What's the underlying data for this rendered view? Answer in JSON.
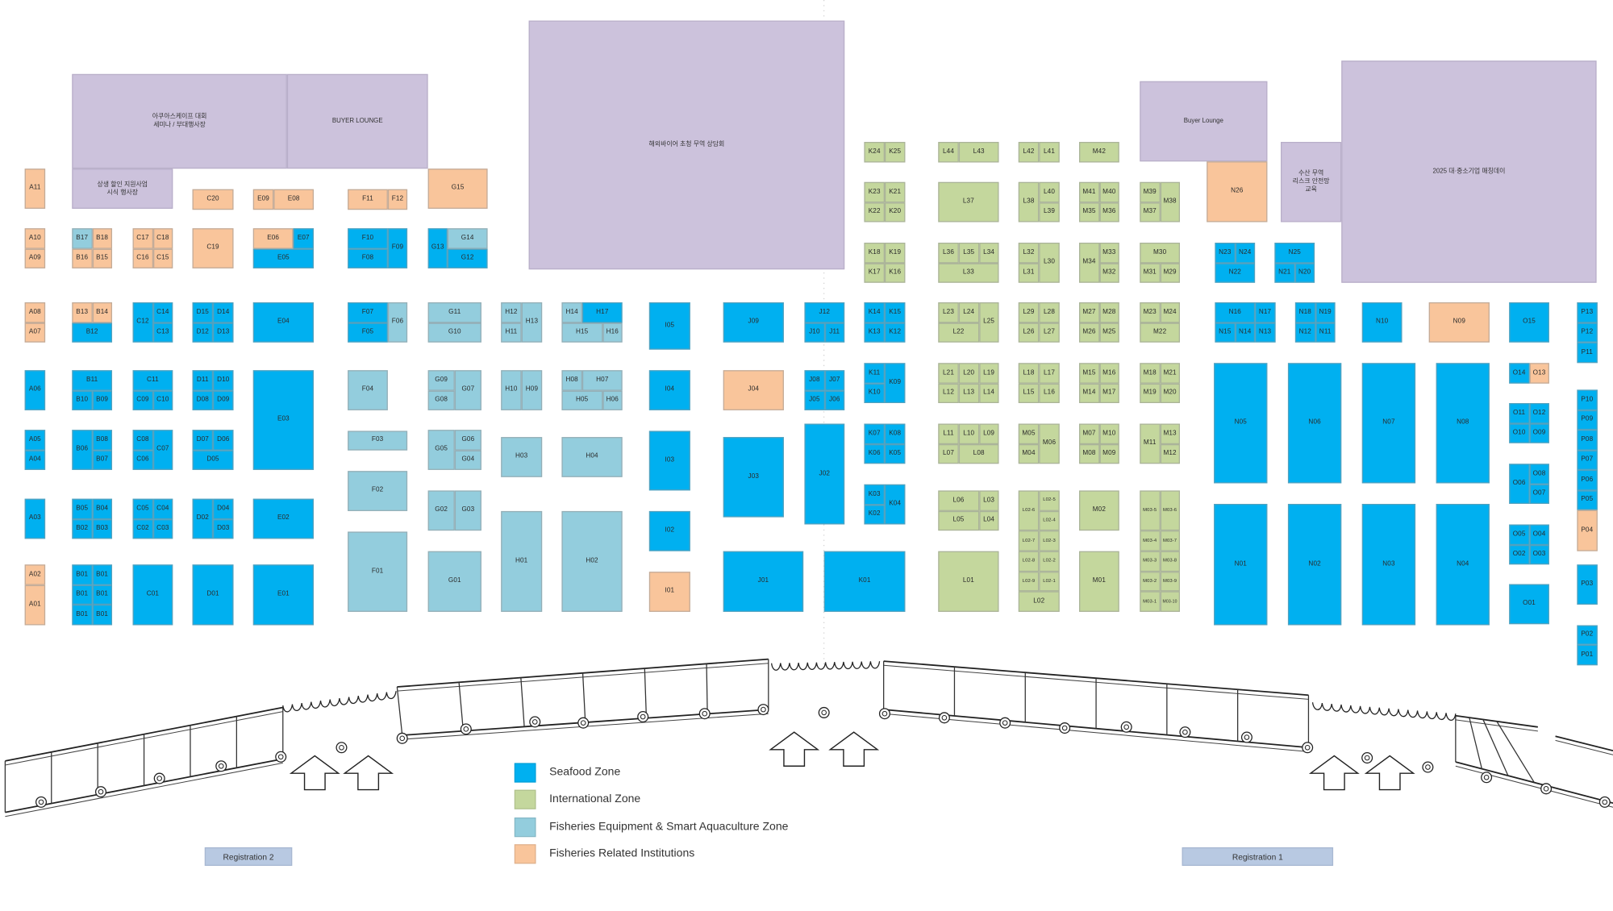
{
  "zones": {
    "S": {
      "label": "Seafood Zone",
      "color": "#00b0f0"
    },
    "I": {
      "label": "International Zone",
      "color": "#c4d79d"
    },
    "E": {
      "label": "Fisheries Equipment & Smart Aquaculture Zone",
      "color": "#93cddd"
    },
    "F": {
      "label": "Fisheries Related Institutions",
      "color": "#f9c59b"
    }
  },
  "hall_color": "#ccc2dc",
  "legend": [
    {
      "zone": "S",
      "label": "Seafood Zone"
    },
    {
      "zone": "I",
      "label": "International Zone"
    },
    {
      "zone": "E",
      "label": "Fisheries Equipment & Smart Aquaculture Zone"
    },
    {
      "zone": "F",
      "label": "Fisheries Related Institutions"
    }
  ],
  "registration": {
    "left": "Registration 2",
    "right": "Registration 1"
  },
  "halls": [
    {
      "lines": [
        "아쿠아스케이프 대회",
        "세미나 / 부대행사장"
      ]
    },
    {
      "lines": [
        "BUYER LOUNGE"
      ]
    },
    {
      "lines": [
        "상생 할인 지원사업",
        "시식 행사장"
      ]
    },
    {
      "lines": [
        "해외바이어 초청 무역 상담회"
      ]
    },
    {
      "lines": [
        "Buyer Lounge"
      ]
    },
    {
      "lines": [
        "수산 무역",
        "리스크 안전망",
        "교육"
      ]
    },
    {
      "lines": [
        "2025 대·중소기업 매칭데이"
      ]
    }
  ],
  "booths": [
    {
      "id": "A11",
      "zone": "F"
    },
    {
      "id": "A10",
      "zone": "F"
    },
    {
      "id": "A09",
      "zone": "F"
    },
    {
      "id": "A08",
      "zone": "F"
    },
    {
      "id": "A07",
      "zone": "F"
    },
    {
      "id": "A06",
      "zone": "S"
    },
    {
      "id": "A05",
      "zone": "S"
    },
    {
      "id": "A04",
      "zone": "S"
    },
    {
      "id": "A03",
      "zone": "S"
    },
    {
      "id": "A02",
      "zone": "F"
    },
    {
      "id": "A01",
      "zone": "F"
    },
    {
      "id": "B17",
      "zone": "E"
    },
    {
      "id": "B18",
      "zone": "F"
    },
    {
      "id": "B16",
      "zone": "F"
    },
    {
      "id": "B15",
      "zone": "F"
    },
    {
      "id": "B13",
      "zone": "F"
    },
    {
      "id": "B14",
      "zone": "F"
    },
    {
      "id": "B12",
      "zone": "S"
    },
    {
      "id": "B11",
      "zone": "S"
    },
    {
      "id": "B10",
      "zone": "S"
    },
    {
      "id": "B09",
      "zone": "S"
    },
    {
      "id": "B06",
      "zone": "S"
    },
    {
      "id": "B08",
      "zone": "S"
    },
    {
      "id": "B07",
      "zone": "S"
    },
    {
      "id": "B05",
      "zone": "S"
    },
    {
      "id": "B04",
      "zone": "S"
    },
    {
      "id": "B02",
      "zone": "S"
    },
    {
      "id": "B03",
      "zone": "S"
    },
    {
      "id": "B01",
      "zone": "S"
    },
    {
      "id": "B01",
      "zone": "S"
    },
    {
      "id": "B01",
      "zone": "S"
    },
    {
      "id": "B01",
      "zone": "S"
    },
    {
      "id": "B01",
      "zone": "S"
    },
    {
      "id": "B01",
      "zone": "S"
    },
    {
      "id": "C17",
      "zone": "F"
    },
    {
      "id": "C18",
      "zone": "F"
    },
    {
      "id": "C16",
      "zone": "F"
    },
    {
      "id": "C15",
      "zone": "F"
    },
    {
      "id": "C12",
      "zone": "S"
    },
    {
      "id": "C14",
      "zone": "S"
    },
    {
      "id": "C13",
      "zone": "S"
    },
    {
      "id": "C11",
      "zone": "S"
    },
    {
      "id": "C09",
      "zone": "S"
    },
    {
      "id": "C10",
      "zone": "S"
    },
    {
      "id": "C08",
      "zone": "S"
    },
    {
      "id": "C06",
      "zone": "S"
    },
    {
      "id": "C07",
      "zone": "S"
    },
    {
      "id": "C05",
      "zone": "S"
    },
    {
      "id": "C04",
      "zone": "S"
    },
    {
      "id": "C02",
      "zone": "S"
    },
    {
      "id": "C03",
      "zone": "S"
    },
    {
      "id": "C01",
      "zone": "S"
    },
    {
      "id": "C20",
      "zone": "F"
    },
    {
      "id": "C19",
      "zone": "F"
    },
    {
      "id": "D15",
      "zone": "S"
    },
    {
      "id": "D14",
      "zone": "S"
    },
    {
      "id": "D12",
      "zone": "S"
    },
    {
      "id": "D13",
      "zone": "S"
    },
    {
      "id": "D11",
      "zone": "S"
    },
    {
      "id": "D10",
      "zone": "S"
    },
    {
      "id": "D08",
      "zone": "S"
    },
    {
      "id": "D09",
      "zone": "S"
    },
    {
      "id": "D07",
      "zone": "S"
    },
    {
      "id": "D06",
      "zone": "S"
    },
    {
      "id": "D05",
      "zone": "S"
    },
    {
      "id": "D02",
      "zone": "S"
    },
    {
      "id": "D04",
      "zone": "S"
    },
    {
      "id": "D03",
      "zone": "S"
    },
    {
      "id": "D01",
      "zone": "S"
    },
    {
      "id": "E09",
      "zone": "F"
    },
    {
      "id": "E08",
      "zone": "F"
    },
    {
      "id": "E06",
      "zone": "F"
    },
    {
      "id": "E07",
      "zone": "S"
    },
    {
      "id": "E05",
      "zone": "S"
    },
    {
      "id": "E04",
      "zone": "S"
    },
    {
      "id": "E03",
      "zone": "S"
    },
    {
      "id": "E02",
      "zone": "S"
    },
    {
      "id": "E01",
      "zone": "S"
    },
    {
      "id": "F11",
      "zone": "F"
    },
    {
      "id": "F12",
      "zone": "F"
    },
    {
      "id": "F10",
      "zone": "S"
    },
    {
      "id": "F08",
      "zone": "S"
    },
    {
      "id": "F09",
      "zone": "S"
    },
    {
      "id": "F07",
      "zone": "S"
    },
    {
      "id": "F05",
      "zone": "S"
    },
    {
      "id": "F06",
      "zone": "E"
    },
    {
      "id": "F04",
      "zone": "E"
    },
    {
      "id": "F03",
      "zone": "E"
    },
    {
      "id": "F02",
      "zone": "E"
    },
    {
      "id": "F01",
      "zone": "E"
    },
    {
      "id": "G15",
      "zone": "F"
    },
    {
      "id": "G13",
      "zone": "S"
    },
    {
      "id": "G14",
      "zone": "E"
    },
    {
      "id": "G12",
      "zone": "S"
    },
    {
      "id": "G11",
      "zone": "E"
    },
    {
      "id": "G10",
      "zone": "E"
    },
    {
      "id": "G09",
      "zone": "E"
    },
    {
      "id": "G08",
      "zone": "E"
    },
    {
      "id": "G07",
      "zone": "E"
    },
    {
      "id": "G05",
      "zone": "E"
    },
    {
      "id": "G06",
      "zone": "E"
    },
    {
      "id": "G04",
      "zone": "E"
    },
    {
      "id": "G02",
      "zone": "E"
    },
    {
      "id": "G03",
      "zone": "E"
    },
    {
      "id": "G01",
      "zone": "E"
    },
    {
      "id": "H12",
      "zone": "E"
    },
    {
      "id": "H11",
      "zone": "E"
    },
    {
      "id": "H13",
      "zone": "E"
    },
    {
      "id": "H14",
      "zone": "E"
    },
    {
      "id": "H17",
      "zone": "S"
    },
    {
      "id": "H15",
      "zone": "E"
    },
    {
      "id": "H16",
      "zone": "E"
    },
    {
      "id": "H10",
      "zone": "E"
    },
    {
      "id": "H09",
      "zone": "E"
    },
    {
      "id": "H08",
      "zone": "E"
    },
    {
      "id": "H07",
      "zone": "E"
    },
    {
      "id": "H05",
      "zone": "E"
    },
    {
      "id": "H06",
      "zone": "E"
    },
    {
      "id": "H03",
      "zone": "E"
    },
    {
      "id": "H04",
      "zone": "E"
    },
    {
      "id": "H01",
      "zone": "E"
    },
    {
      "id": "H02",
      "zone": "E"
    },
    {
      "id": "I05",
      "zone": "S"
    },
    {
      "id": "I04",
      "zone": "S"
    },
    {
      "id": "I03",
      "zone": "S"
    },
    {
      "id": "I02",
      "zone": "S"
    },
    {
      "id": "I01",
      "zone": "F"
    },
    {
      "id": "J09",
      "zone": "S"
    },
    {
      "id": "J04",
      "zone": "F"
    },
    {
      "id": "J03",
      "zone": "S"
    },
    {
      "id": "J01",
      "zone": "S"
    },
    {
      "id": "J12",
      "zone": "S"
    },
    {
      "id": "J10",
      "zone": "S"
    },
    {
      "id": "J11",
      "zone": "S"
    },
    {
      "id": "J08",
      "zone": "S"
    },
    {
      "id": "J07",
      "zone": "S"
    },
    {
      "id": "J05",
      "zone": "S"
    },
    {
      "id": "J06",
      "zone": "S"
    },
    {
      "id": "J02",
      "zone": "S"
    },
    {
      "id": "K24",
      "zone": "I"
    },
    {
      "id": "K25",
      "zone": "I"
    },
    {
      "id": "K23",
      "zone": "I"
    },
    {
      "id": "K21",
      "zone": "I"
    },
    {
      "id": "K22",
      "zone": "I"
    },
    {
      "id": "K20",
      "zone": "I"
    },
    {
      "id": "K18",
      "zone": "I"
    },
    {
      "id": "K19",
      "zone": "I"
    },
    {
      "id": "K17",
      "zone": "I"
    },
    {
      "id": "K16",
      "zone": "I"
    },
    {
      "id": "K14",
      "zone": "S"
    },
    {
      "id": "K15",
      "zone": "S"
    },
    {
      "id": "K13",
      "zone": "S"
    },
    {
      "id": "K12",
      "zone": "S"
    },
    {
      "id": "K11",
      "zone": "S"
    },
    {
      "id": "K10",
      "zone": "S"
    },
    {
      "id": "K09",
      "zone": "S"
    },
    {
      "id": "K07",
      "zone": "S"
    },
    {
      "id": "K08",
      "zone": "S"
    },
    {
      "id": "K06",
      "zone": "S"
    },
    {
      "id": "K05",
      "zone": "S"
    },
    {
      "id": "K03",
      "zone": "S"
    },
    {
      "id": "K02",
      "zone": "S"
    },
    {
      "id": "K04",
      "zone": "S"
    },
    {
      "id": "K01",
      "zone": "S"
    },
    {
      "id": "L44",
      "zone": "I"
    },
    {
      "id": "L43",
      "zone": "I"
    },
    {
      "id": "L42",
      "zone": "I"
    },
    {
      "id": "L41",
      "zone": "I"
    },
    {
      "id": "M42",
      "zone": "I"
    },
    {
      "id": "L37",
      "zone": "I"
    },
    {
      "id": "L38",
      "zone": "I"
    },
    {
      "id": "L40",
      "zone": "I"
    },
    {
      "id": "L39",
      "zone": "I"
    },
    {
      "id": "M41",
      "zone": "I"
    },
    {
      "id": "M40",
      "zone": "I"
    },
    {
      "id": "M35",
      "zone": "I"
    },
    {
      "id": "M36",
      "zone": "I"
    },
    {
      "id": "M39",
      "zone": "I"
    },
    {
      "id": "M37",
      "zone": "I"
    },
    {
      "id": "M38",
      "zone": "I"
    },
    {
      "id": "L36",
      "zone": "I"
    },
    {
      "id": "L35",
      "zone": "I"
    },
    {
      "id": "L34",
      "zone": "I"
    },
    {
      "id": "L33",
      "zone": "I"
    },
    {
      "id": "L32",
      "zone": "I"
    },
    {
      "id": "L31",
      "zone": "I"
    },
    {
      "id": "L30",
      "zone": "I"
    },
    {
      "id": "M34",
      "zone": "I"
    },
    {
      "id": "M33",
      "zone": "I"
    },
    {
      "id": "M32",
      "zone": "I"
    },
    {
      "id": "M30",
      "zone": "I"
    },
    {
      "id": "M31",
      "zone": "I"
    },
    {
      "id": "M29",
      "zone": "I"
    },
    {
      "id": "L23",
      "zone": "I"
    },
    {
      "id": "L24",
      "zone": "I"
    },
    {
      "id": "L22",
      "zone": "I"
    },
    {
      "id": "L25",
      "zone": "I"
    },
    {
      "id": "L29",
      "zone": "I"
    },
    {
      "id": "L28",
      "zone": "I"
    },
    {
      "id": "L26",
      "zone": "I"
    },
    {
      "id": "L27",
      "zone": "I"
    },
    {
      "id": "M27",
      "zone": "I"
    },
    {
      "id": "M28",
      "zone": "I"
    },
    {
      "id": "M26",
      "zone": "I"
    },
    {
      "id": "M25",
      "zone": "I"
    },
    {
      "id": "M23",
      "zone": "I"
    },
    {
      "id": "M24",
      "zone": "I"
    },
    {
      "id": "M22",
      "zone": "I"
    },
    {
      "id": "L21",
      "zone": "I"
    },
    {
      "id": "L20",
      "zone": "I"
    },
    {
      "id": "L19",
      "zone": "I"
    },
    {
      "id": "L12",
      "zone": "I"
    },
    {
      "id": "L13",
      "zone": "I"
    },
    {
      "id": "L14",
      "zone": "I"
    },
    {
      "id": "L18",
      "zone": "I"
    },
    {
      "id": "L17",
      "zone": "I"
    },
    {
      "id": "L15",
      "zone": "I"
    },
    {
      "id": "L16",
      "zone": "I"
    },
    {
      "id": "M15",
      "zone": "I"
    },
    {
      "id": "M16",
      "zone": "I"
    },
    {
      "id": "M14",
      "zone": "I"
    },
    {
      "id": "M17",
      "zone": "I"
    },
    {
      "id": "M18",
      "zone": "I"
    },
    {
      "id": "M21",
      "zone": "I"
    },
    {
      "id": "M19",
      "zone": "I"
    },
    {
      "id": "M20",
      "zone": "I"
    },
    {
      "id": "L11",
      "zone": "I"
    },
    {
      "id": "L10",
      "zone": "I"
    },
    {
      "id": "L09",
      "zone": "I"
    },
    {
      "id": "L07",
      "zone": "I"
    },
    {
      "id": "L08",
      "zone": "I"
    },
    {
      "id": "M05",
      "zone": "I"
    },
    {
      "id": "M04",
      "zone": "I"
    },
    {
      "id": "M06",
      "zone": "I"
    },
    {
      "id": "M07",
      "zone": "I"
    },
    {
      "id": "M10",
      "zone": "I"
    },
    {
      "id": "M08",
      "zone": "I"
    },
    {
      "id": "M09",
      "zone": "I"
    },
    {
      "id": "M11",
      "zone": "I"
    },
    {
      "id": "M13",
      "zone": "I"
    },
    {
      "id": "M12",
      "zone": "I"
    },
    {
      "id": "L06",
      "zone": "I"
    },
    {
      "id": "L03",
      "zone": "I"
    },
    {
      "id": "L05",
      "zone": "I"
    },
    {
      "id": "L04",
      "zone": "I"
    },
    {
      "id": "L02-6",
      "zone": "I"
    },
    {
      "id": "L02-5",
      "zone": "I"
    },
    {
      "id": "L02-4",
      "zone": "I"
    },
    {
      "id": "L02-7",
      "zone": "I"
    },
    {
      "id": "L02-3",
      "zone": "I"
    },
    {
      "id": "L02-8",
      "zone": "I"
    },
    {
      "id": "L02-2",
      "zone": "I"
    },
    {
      "id": "L02-9",
      "zone": "I"
    },
    {
      "id": "L02-1",
      "zone": "I"
    },
    {
      "id": "L02",
      "zone": "I"
    },
    {
      "id": "M02",
      "zone": "I"
    },
    {
      "id": "M03-5",
      "zone": "I"
    },
    {
      "id": "M03-6",
      "zone": "I"
    },
    {
      "id": "M03-4",
      "zone": "I"
    },
    {
      "id": "M03-7",
      "zone": "I"
    },
    {
      "id": "M03-3",
      "zone": "I"
    },
    {
      "id": "M03-8",
      "zone": "I"
    },
    {
      "id": "M03-2",
      "zone": "I"
    },
    {
      "id": "M03-9",
      "zone": "I"
    },
    {
      "id": "M03-1",
      "zone": "I"
    },
    {
      "id": "M03-10",
      "zone": "I"
    },
    {
      "id": "L01",
      "zone": "I"
    },
    {
      "id": "M01",
      "zone": "I"
    },
    {
      "id": "N26",
      "zone": "F"
    },
    {
      "id": "N23",
      "zone": "S"
    },
    {
      "id": "N24",
      "zone": "S"
    },
    {
      "id": "N22",
      "zone": "S"
    },
    {
      "id": "N25",
      "zone": "S"
    },
    {
      "id": "N21",
      "zone": "S"
    },
    {
      "id": "N20",
      "zone": "S"
    },
    {
      "id": "N16",
      "zone": "S"
    },
    {
      "id": "N17",
      "zone": "S"
    },
    {
      "id": "N15",
      "zone": "S"
    },
    {
      "id": "N14",
      "zone": "S"
    },
    {
      "id": "N13",
      "zone": "S"
    },
    {
      "id": "N18",
      "zone": "S"
    },
    {
      "id": "N19",
      "zone": "S"
    },
    {
      "id": "N12",
      "zone": "S"
    },
    {
      "id": "N11",
      "zone": "S"
    },
    {
      "id": "N10",
      "zone": "S"
    },
    {
      "id": "N09",
      "zone": "F"
    },
    {
      "id": "N05",
      "zone": "S"
    },
    {
      "id": "N06",
      "zone": "S"
    },
    {
      "id": "N07",
      "zone": "S"
    },
    {
      "id": "N08",
      "zone": "S"
    },
    {
      "id": "N01",
      "zone": "S"
    },
    {
      "id": "N02",
      "zone": "S"
    },
    {
      "id": "N03",
      "zone": "S"
    },
    {
      "id": "N04",
      "zone": "S"
    },
    {
      "id": "O15",
      "zone": "S"
    },
    {
      "id": "O14",
      "zone": "S"
    },
    {
      "id": "O13",
      "zone": "F"
    },
    {
      "id": "O11",
      "zone": "S"
    },
    {
      "id": "O12",
      "zone": "S"
    },
    {
      "id": "O10",
      "zone": "S"
    },
    {
      "id": "O09",
      "zone": "S"
    },
    {
      "id": "O06",
      "zone": "S"
    },
    {
      "id": "O08",
      "zone": "S"
    },
    {
      "id": "O07",
      "zone": "S"
    },
    {
      "id": "O05",
      "zone": "S"
    },
    {
      "id": "O04",
      "zone": "S"
    },
    {
      "id": "O02",
      "zone": "S"
    },
    {
      "id": "O03",
      "zone": "S"
    },
    {
      "id": "O01",
      "zone": "S"
    },
    {
      "id": "P13",
      "zone": "S"
    },
    {
      "id": "P12",
      "zone": "S"
    },
    {
      "id": "P11",
      "zone": "S"
    },
    {
      "id": "P10",
      "zone": "S"
    },
    {
      "id": "P09",
      "zone": "S"
    },
    {
      "id": "P08",
      "zone": "S"
    },
    {
      "id": "P07",
      "zone": "S"
    },
    {
      "id": "P06",
      "zone": "S"
    },
    {
      "id": "P05",
      "zone": "S"
    },
    {
      "id": "P04",
      "zone": "F"
    },
    {
      "id": "P03",
      "zone": "S"
    },
    {
      "id": "P02",
      "zone": "S"
    },
    {
      "id": "P01",
      "zone": "S"
    }
  ]
}
